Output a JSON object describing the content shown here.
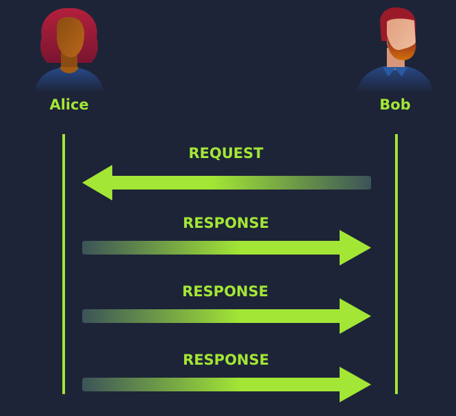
{
  "diagram": {
    "title": "",
    "actors": [
      {
        "name": "Alice",
        "icon": "woman-avatar-icon"
      },
      {
        "name": "Bob",
        "icon": "bearded-man-avatar-icon"
      }
    ],
    "messages": [
      {
        "label": "REQUEST",
        "from": "Bob",
        "to": "Alice",
        "direction": "left"
      },
      {
        "label": "RESPONSE",
        "from": "Alice",
        "to": "Bob",
        "direction": "right"
      },
      {
        "label": "RESPONSE",
        "from": "Alice",
        "to": "Bob",
        "direction": "right"
      },
      {
        "label": "RESPONSE",
        "from": "Alice",
        "to": "Bob",
        "direction": "right"
      }
    ],
    "colors": {
      "background": "#1d2438",
      "accent": "#a3e635",
      "arrow_fade": "#3b5358"
    }
  }
}
